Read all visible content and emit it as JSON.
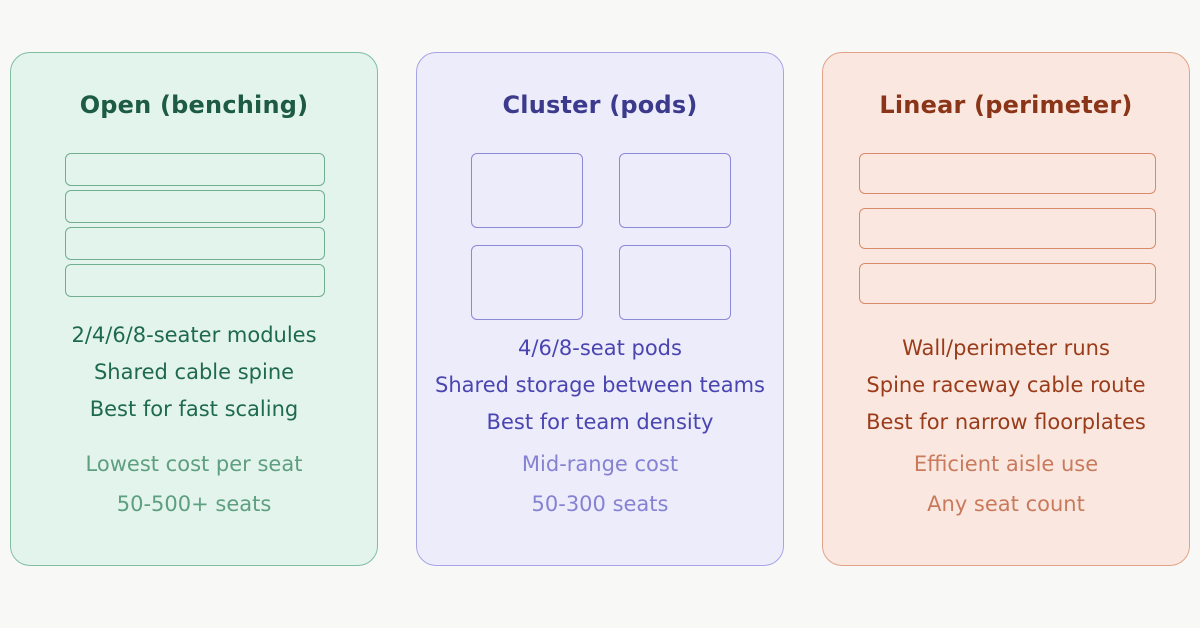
{
  "cards": [
    {
      "title": "Open (benching)",
      "features": [
        "2/4/6/8-seater modules",
        "Shared cable spine",
        "Best for fast scaling"
      ],
      "details": [
        "Lowest cost per seat",
        "50-500+ seats"
      ],
      "accent_color": "#1d5b43",
      "background_color": "#e3f4ec"
    },
    {
      "title": "Cluster (pods)",
      "features": [
        "4/6/8-seat pods",
        "Shared storage between teams",
        "Best for team density"
      ],
      "details": [
        "Mid-range cost",
        "50-300 seats"
      ],
      "accent_color": "#3b3a8c",
      "background_color": "#ececfb"
    },
    {
      "title": "Linear (perimeter)",
      "features": [
        "Wall/perimeter runs",
        "Spine raceway cable route",
        "Best for narrow floorplates"
      ],
      "details": [
        "Efficient aisle use",
        "Any seat count"
      ],
      "accent_color": "#8a3418",
      "background_color": "#fae8e0"
    }
  ]
}
